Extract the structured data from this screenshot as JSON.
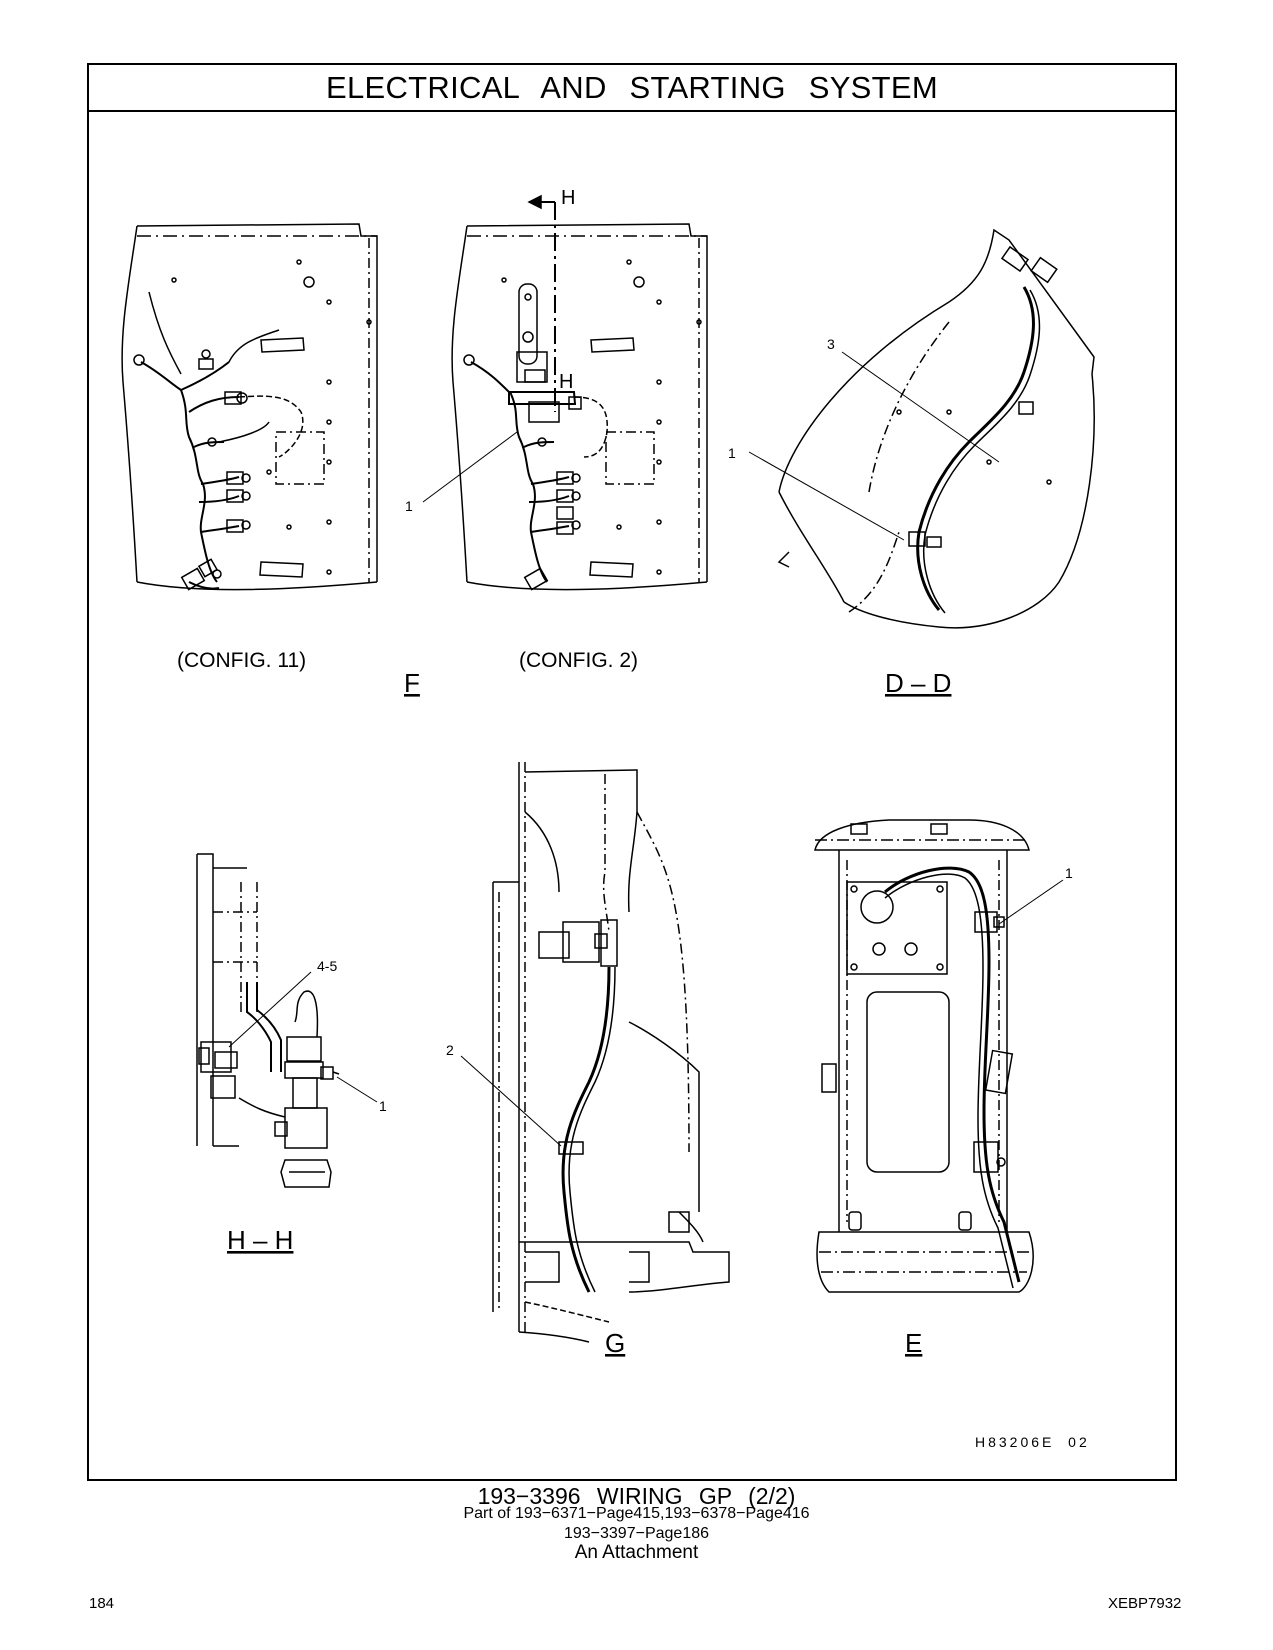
{
  "header": {
    "title": "ELECTRICAL AND STARTING SYSTEM"
  },
  "views": {
    "config11": "(CONFIG. 11)",
    "config2": "(CONFIG. 2)",
    "view_f": "F",
    "view_dd": "D – D",
    "view_hh": "H – H",
    "view_g": "G",
    "view_e": "E",
    "section_marker": "H"
  },
  "callouts": {
    "c1": "1",
    "c2": "2",
    "c3": "3",
    "c45": "4-5"
  },
  "illustration_code": "H83206E  02",
  "caption": {
    "line1": "193−3396  WIRING  GP (2/2)",
    "line2": "Part of 193−6371−Page415,193−6378−Page416",
    "line3": "193−3397−Page186",
    "line4": "An Attachment"
  },
  "footer": {
    "page_number": "184",
    "document_code": "XEBP7932"
  }
}
